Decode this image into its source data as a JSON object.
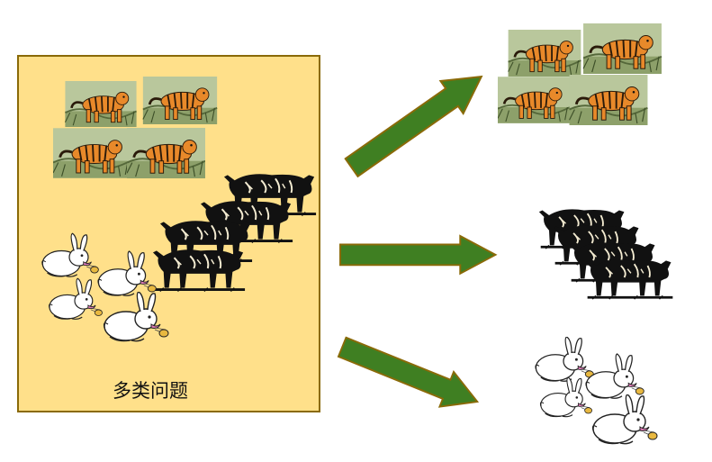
{
  "box": {
    "label": "多类问题"
  },
  "colors": {
    "box_fill": "#ffe08a",
    "box_border": "#8a6a08",
    "arrow_fill": "#3f7f22",
    "arrow_border": "#8a6a08"
  },
  "icons": [
    "tiger-picture",
    "cow-picture",
    "rabbit-picture",
    "arrow-icon"
  ]
}
